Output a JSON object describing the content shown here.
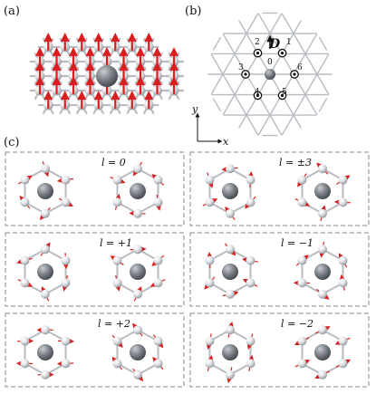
{
  "colors": {
    "bond": "#b8bcc2",
    "atom_light": "#f2f3f5",
    "atom_dark": "#8e949a",
    "center_light": "#c9cdd1",
    "center_dark": "#4c5258",
    "arrow": "#d81e1e",
    "panel_border": "#8a8a8a",
    "marker": "#111111"
  },
  "panels": {
    "a": {
      "label": "(a)"
    },
    "b": {
      "label": "(b)",
      "vector_label": "D",
      "center_index": "0",
      "site_labels": [
        "1",
        "2",
        "3",
        "4",
        "5",
        "6"
      ],
      "axis_y": "y",
      "axis_x": "x"
    },
    "c": {
      "label": "(c)",
      "boxes": [
        {
          "l_label": "l = 0"
        },
        {
          "l_label": "l = ±3"
        },
        {
          "l_label": "l = +1"
        },
        {
          "l_label": "l = −1"
        },
        {
          "l_label": "l = +2"
        },
        {
          "l_label": "l = −2"
        }
      ]
    }
  }
}
